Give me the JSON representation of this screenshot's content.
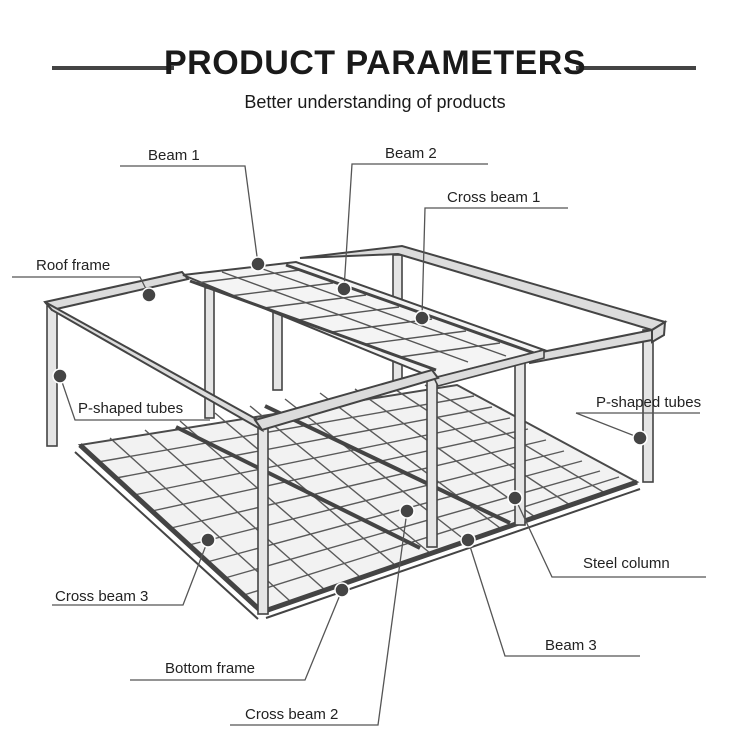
{
  "header": {
    "title": "PRODUCT PARAMETERS",
    "subtitle": "Better understanding of products"
  },
  "labels": {
    "beam_1": "Beam 1",
    "beam_2": "Beam 2",
    "cross_beam_1": "Cross beam 1",
    "roof_frame": "Roof frame",
    "p_shaped_tubes_left": "P-shaped tubes",
    "p_shaped_tubes_right": "P-shaped tubes",
    "steel_column": "Steel column",
    "cross_beam_3": "Cross beam 3",
    "beam_3": "Beam 3",
    "bottom_frame": "Bottom frame",
    "cross_beam_2": "Cross beam 2"
  },
  "colors": {
    "frame": "#4a4a4a",
    "frame_fill": "#d9d9d9",
    "leader": "#555555",
    "marker": "#444444"
  }
}
